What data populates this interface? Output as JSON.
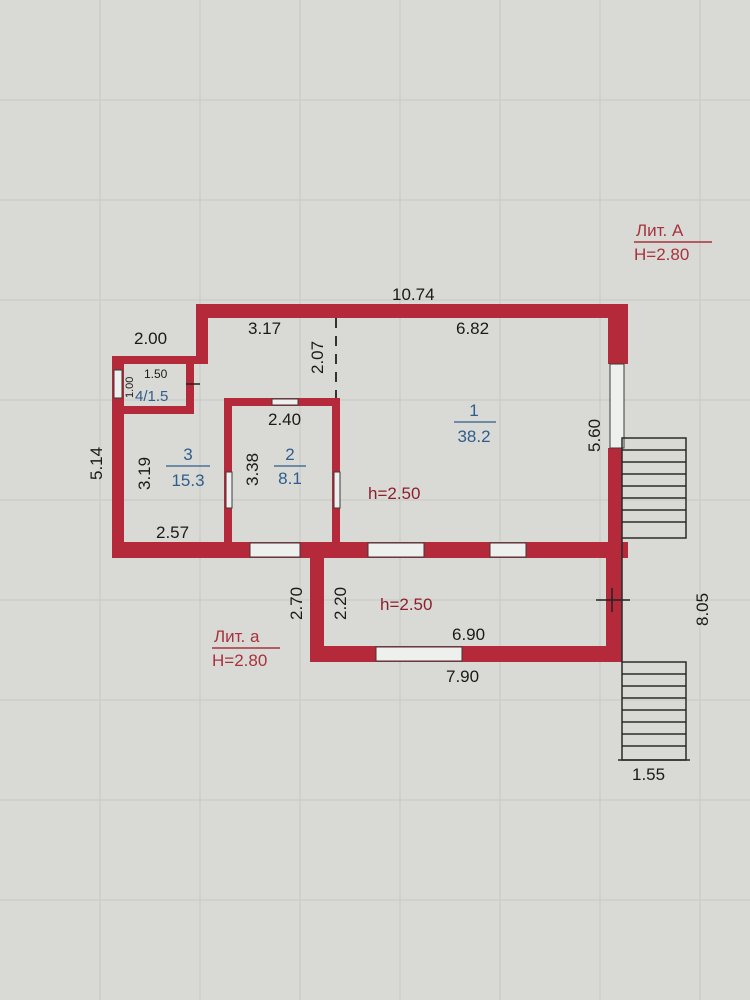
{
  "lit_a_upper": {
    "label": "Лит. А",
    "height": "H=2.80"
  },
  "lit_a_lower": {
    "label": "Лит. а",
    "height": "H=2.80"
  },
  "dimensions": {
    "top_total": "10.74",
    "left_top": "2.00",
    "top_left_inner": "3.17",
    "top_right_inner": "6.82",
    "partition_short": "2.07",
    "closet_width": "1.50",
    "closet_height": "1.00",
    "room2_width": "2.40",
    "room2_height": "3.38",
    "room3_height": "3.19",
    "room3_width": "2.57",
    "left_total": "5.14",
    "right_room1": "5.60",
    "annex_outer_height": "2.70",
    "annex_inner_height": "2.20",
    "annex_inner_width": "6.90",
    "annex_outer_width": "7.90",
    "stairs_length": "8.05",
    "stairs_width": "1.55"
  },
  "rooms": [
    {
      "number": "1",
      "area": "38.2"
    },
    {
      "number": "2",
      "area": "8.1"
    },
    {
      "number": "3",
      "area": "15.3"
    },
    {
      "number_area": "4/1.5"
    }
  ],
  "ceiling_heights": [
    "h=2.50",
    "h=2.50"
  ],
  "colors": {
    "wall": "#b52a3a",
    "room_label": "#2f5d8c",
    "paper": "#d9d9d6"
  }
}
